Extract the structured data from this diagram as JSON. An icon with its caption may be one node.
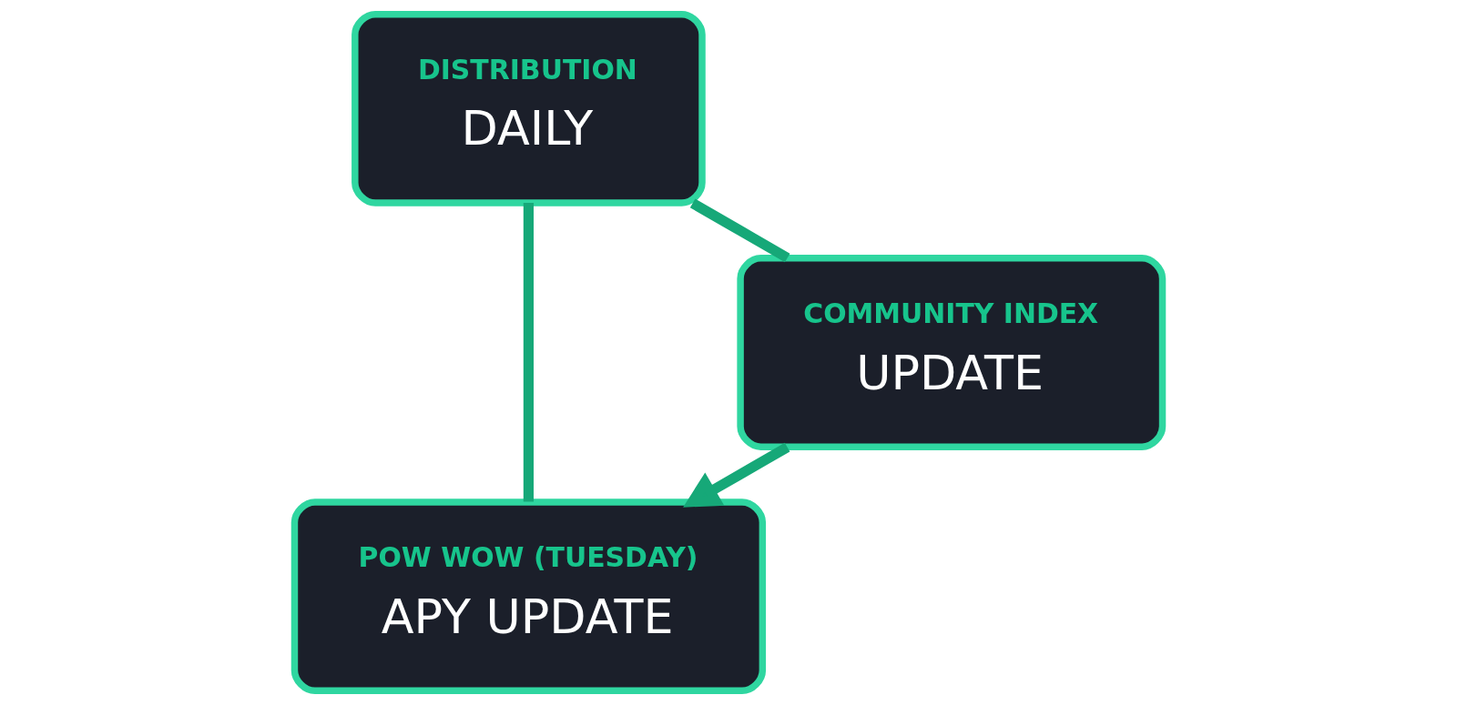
{
  "diagram": {
    "nodes": [
      {
        "text": [
          "POW WOW (TUESDAY)",
          "APY UPDATE"
        ]
      },
      {
        "text": [
          "DISTRIBUTION",
          "DAILY"
        ]
      },
      {
        "text": [
          "COMMUNITY INDEX",
          "UPDATE"
        ]
      }
    ],
    "edges": [
      {
        "from": 0,
        "to": 1,
        "arrow": "none"
      },
      {
        "from": 1,
        "to": 2,
        "arrow": "none"
      },
      {
        "from": 2,
        "to": 0,
        "arrow": "to"
      }
    ]
  }
}
